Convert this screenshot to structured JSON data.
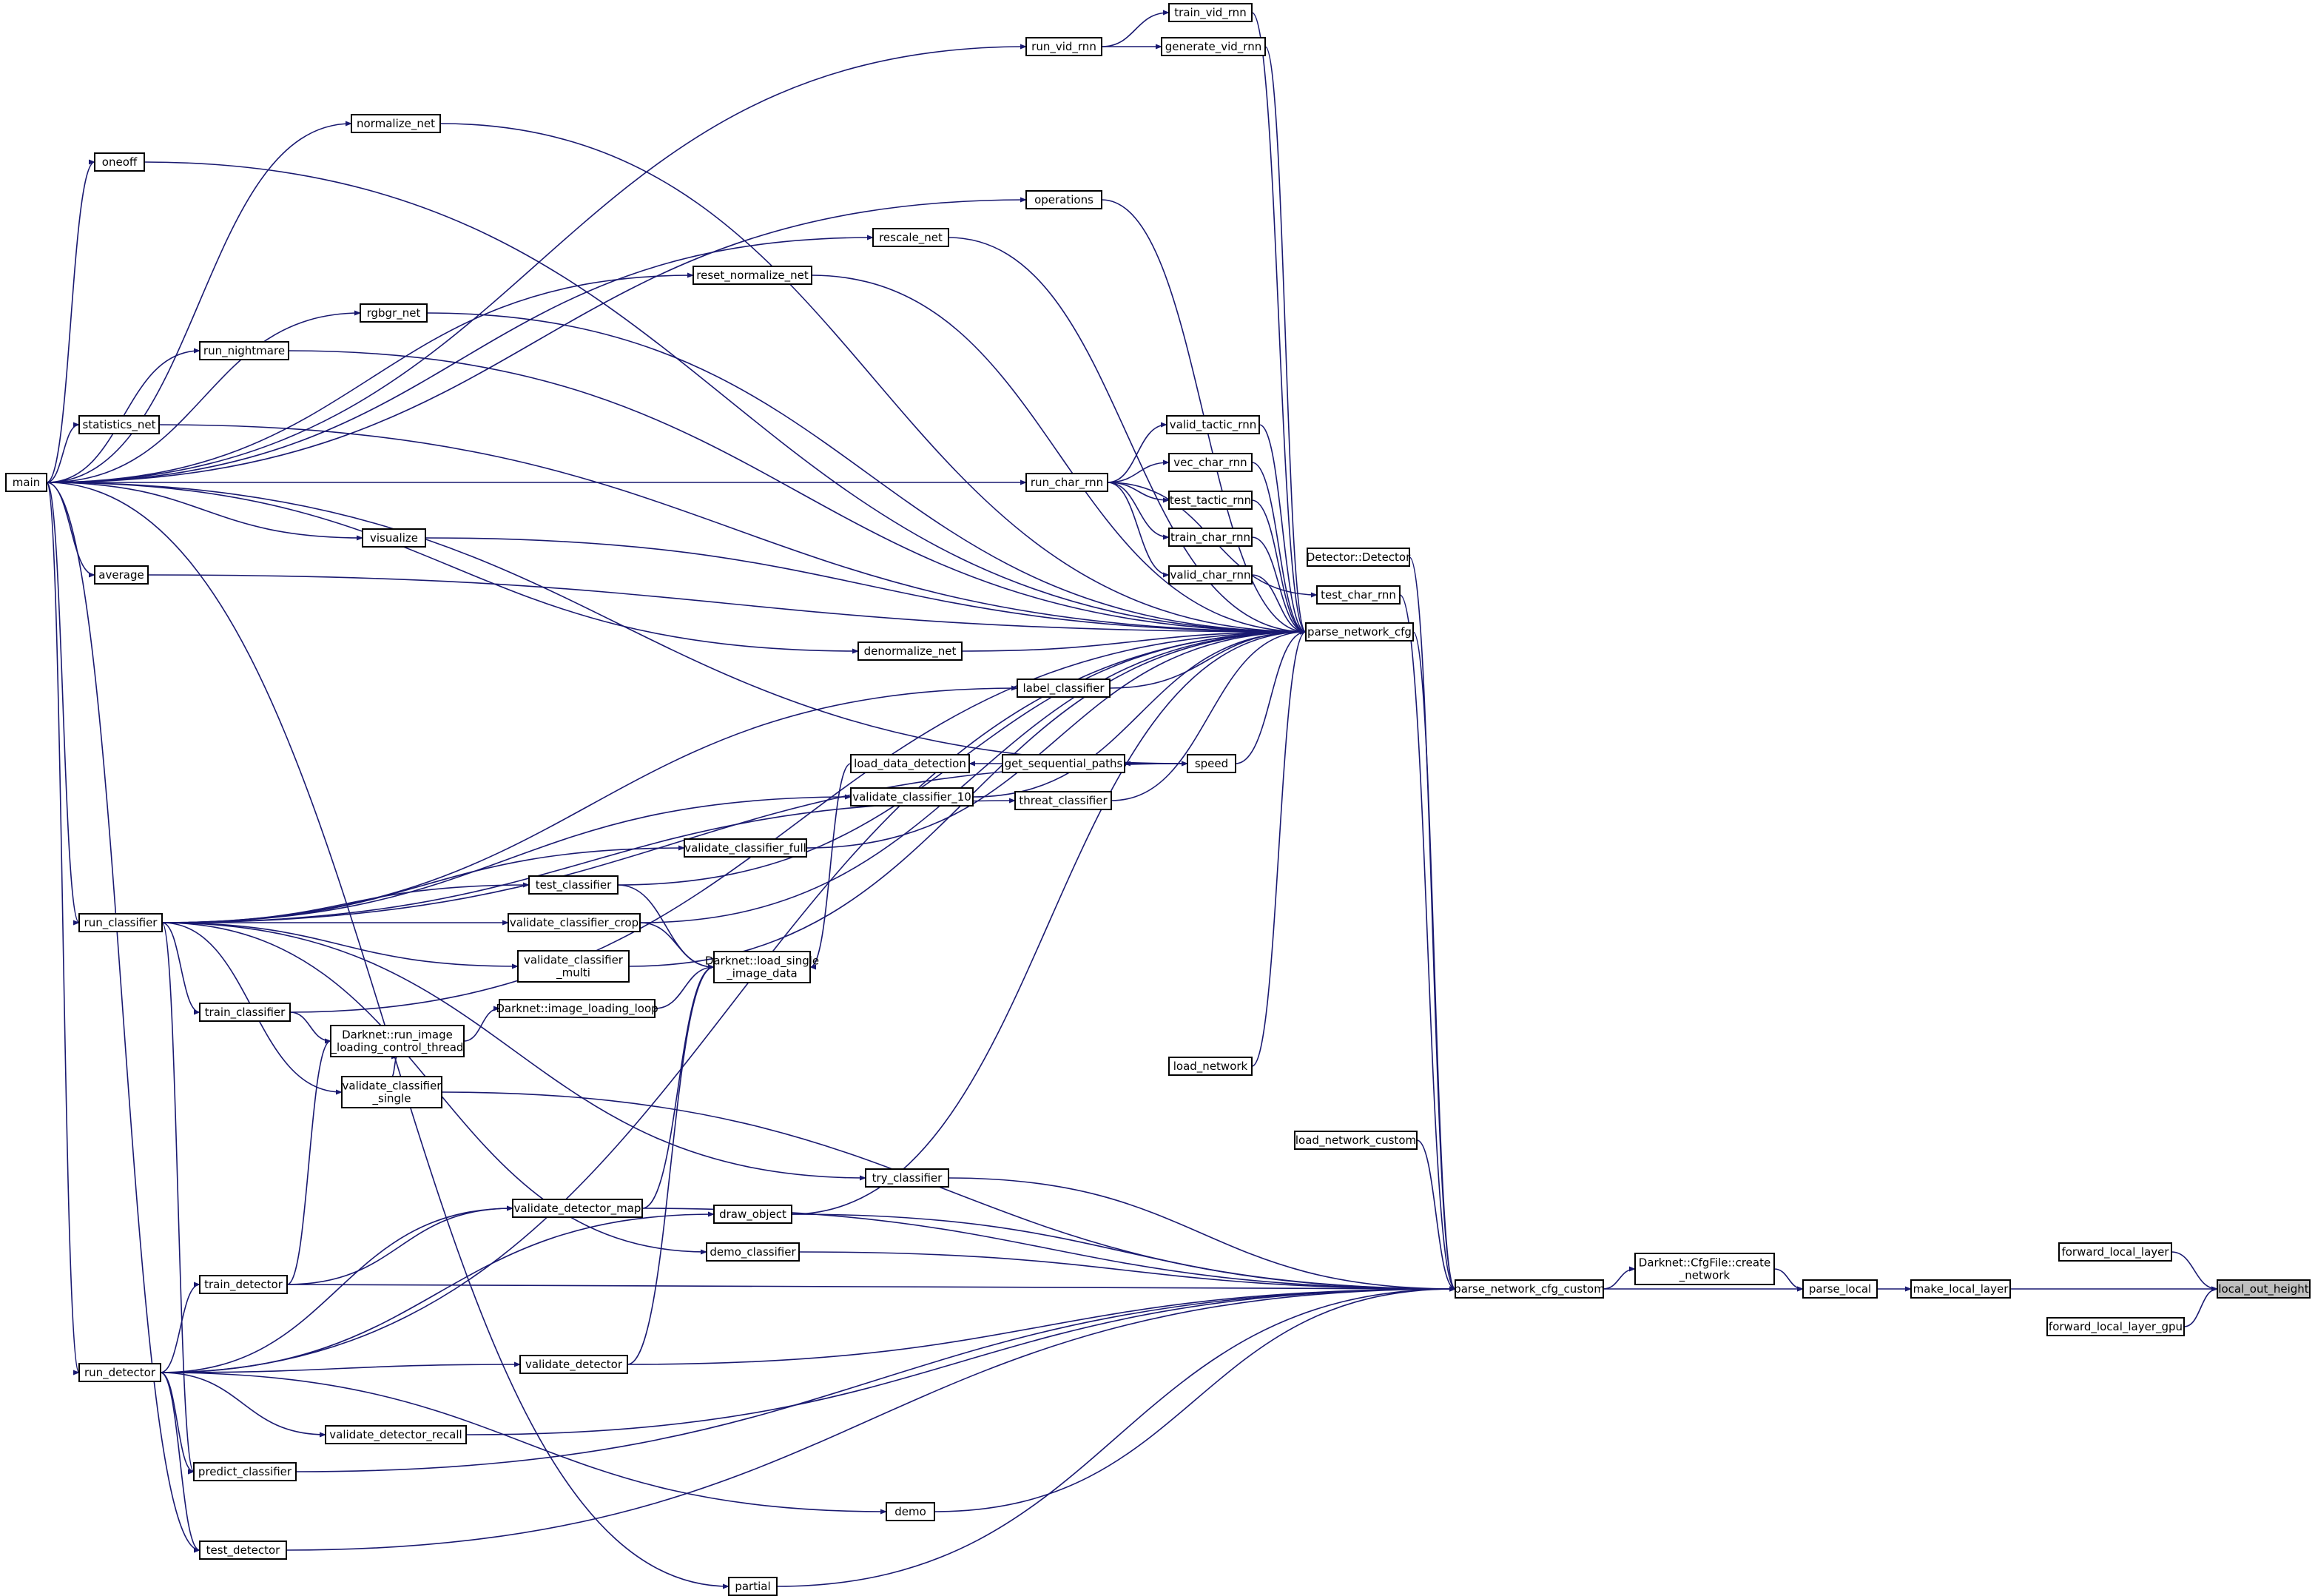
{
  "nodes": [
    {
      "id": "main",
      "lines": [
        "main"
      ]
    },
    {
      "id": "oneoff",
      "lines": [
        "oneoff"
      ]
    },
    {
      "id": "statistics_net",
      "lines": [
        "statistics_net"
      ]
    },
    {
      "id": "average",
      "lines": [
        "average"
      ]
    },
    {
      "id": "run_classifier",
      "lines": [
        "run_classifier"
      ]
    },
    {
      "id": "train_classifier",
      "lines": [
        "train_classifier"
      ]
    },
    {
      "id": "run_detector",
      "lines": [
        "run_detector"
      ]
    },
    {
      "id": "train_detector",
      "lines": [
        "train_detector"
      ]
    },
    {
      "id": "predict_classifier",
      "lines": [
        "predict_classifier"
      ]
    },
    {
      "id": "test_detector",
      "lines": [
        "test_detector"
      ]
    },
    {
      "id": "normalize_net",
      "lines": [
        "normalize_net"
      ]
    },
    {
      "id": "rgbgr_net",
      "lines": [
        "rgbgr_net"
      ]
    },
    {
      "id": "run_nightmare",
      "lines": [
        "run_nightmare"
      ]
    },
    {
      "id": "visualize",
      "lines": [
        "visualize"
      ]
    },
    {
      "id": "run_image_thread",
      "lines": [
        "Darknet::run_image",
        "_loading_control_thread"
      ]
    },
    {
      "id": "validate_classifier_single",
      "lines": [
        "validate_classifier",
        "_single"
      ]
    },
    {
      "id": "validate_classifier_multi",
      "lines": [
        "validate_classifier",
        "_multi"
      ]
    },
    {
      "id": "test_classifier",
      "lines": [
        "test_classifier"
      ]
    },
    {
      "id": "validate_classifier_crop",
      "lines": [
        "validate_classifier_crop"
      ]
    },
    {
      "id": "validate_detector_map",
      "lines": [
        "validate_detector_map"
      ]
    },
    {
      "id": "validate_detector",
      "lines": [
        "validate_detector"
      ]
    },
    {
      "id": "validate_detector_recall",
      "lines": [
        "validate_detector_recall"
      ]
    },
    {
      "id": "image_loading_loop",
      "lines": [
        "Darknet::image_loading_loop"
      ]
    },
    {
      "id": "validate_classifier_full",
      "lines": [
        "validate_classifier_full"
      ]
    },
    {
      "id": "reset_normalize_net",
      "lines": [
        "reset_normalize_net"
      ]
    },
    {
      "id": "draw_object",
      "lines": [
        "draw_object"
      ]
    },
    {
      "id": "demo_classifier",
      "lines": [
        "demo_classifier"
      ]
    },
    {
      "id": "partial",
      "lines": [
        "partial"
      ]
    },
    {
      "id": "load_single_image_data",
      "lines": [
        "Darknet::load_single",
        "_image_data"
      ]
    },
    {
      "id": "load_data_detection",
      "lines": [
        "load_data_detection"
      ]
    },
    {
      "id": "validate_classifier_10",
      "lines": [
        "validate_classifier_10"
      ]
    },
    {
      "id": "try_classifier",
      "lines": [
        "try_classifier"
      ]
    },
    {
      "id": "rescale_net",
      "lines": [
        "rescale_net"
      ]
    },
    {
      "id": "denormalize_net",
      "lines": [
        "denormalize_net"
      ]
    },
    {
      "id": "demo",
      "lines": [
        "demo"
      ]
    },
    {
      "id": "get_sequential_paths",
      "lines": [
        "get_sequential_paths"
      ]
    },
    {
      "id": "run_vid_rnn",
      "lines": [
        "run_vid_rnn"
      ]
    },
    {
      "id": "operations",
      "lines": [
        "operations"
      ]
    },
    {
      "id": "run_char_rnn",
      "lines": [
        "run_char_rnn"
      ]
    },
    {
      "id": "label_classifier",
      "lines": [
        "label_classifier"
      ]
    },
    {
      "id": "threat_classifier",
      "lines": [
        "threat_classifier"
      ]
    },
    {
      "id": "train_vid_rnn",
      "lines": [
        "train_vid_rnn"
      ]
    },
    {
      "id": "generate_vid_rnn",
      "lines": [
        "generate_vid_rnn"
      ]
    },
    {
      "id": "valid_tactic_rnn",
      "lines": [
        "valid_tactic_rnn"
      ]
    },
    {
      "id": "vec_char_rnn",
      "lines": [
        "vec_char_rnn"
      ]
    },
    {
      "id": "test_tactic_rnn",
      "lines": [
        "test_tactic_rnn"
      ]
    },
    {
      "id": "train_char_rnn",
      "lines": [
        "train_char_rnn"
      ]
    },
    {
      "id": "valid_char_rnn",
      "lines": [
        "valid_char_rnn"
      ]
    },
    {
      "id": "speed",
      "lines": [
        "speed"
      ]
    },
    {
      "id": "load_network",
      "lines": [
        "load_network"
      ]
    },
    {
      "id": "detector_ctor",
      "lines": [
        "Detector::Detector"
      ]
    },
    {
      "id": "test_char_rnn",
      "lines": [
        "test_char_rnn"
      ]
    },
    {
      "id": "parse_network_cfg",
      "lines": [
        "parse_network_cfg"
      ]
    },
    {
      "id": "load_network_custom",
      "lines": [
        "load_network_custom"
      ]
    },
    {
      "id": "parse_network_cfg_custom",
      "lines": [
        "parse_network_cfg_custom"
      ]
    },
    {
      "id": "cfgfile_create_network",
      "lines": [
        "Darknet::CfgFile::create",
        "_network"
      ]
    },
    {
      "id": "parse_local",
      "lines": [
        "parse_local"
      ]
    },
    {
      "id": "make_local_layer",
      "lines": [
        "make_local_layer"
      ]
    },
    {
      "id": "forward_local_layer",
      "lines": [
        "forward_local_layer"
      ]
    },
    {
      "id": "forward_local_layer_gpu",
      "lines": [
        "forward_local_layer_gpu"
      ]
    },
    {
      "id": "local_out_height",
      "lines": [
        "local_out_height"
      ]
    }
  ],
  "edges": [
    [
      "local_out_height",
      "forward_local_layer"
    ],
    [
      "local_out_height",
      "make_local_layer"
    ],
    [
      "local_out_height",
      "forward_local_layer_gpu"
    ],
    [
      "make_local_layer",
      "parse_local"
    ],
    [
      "parse_local",
      "cfgfile_create_network"
    ],
    [
      "parse_local",
      "parse_network_cfg_custom"
    ],
    [
      "cfgfile_create_network",
      "parse_network_cfg_custom"
    ],
    [
      "parse_network_cfg_custom",
      "load_network_custom"
    ],
    [
      "parse_network_cfg_custom",
      "parse_network_cfg"
    ],
    [
      "parse_network_cfg_custom",
      "detector_ctor"
    ],
    [
      "parse_network_cfg_custom",
      "test_char_rnn"
    ],
    [
      "parse_network_cfg_custom",
      "validate_classifier_single"
    ],
    [
      "parse_network_cfg_custom",
      "try_classifier"
    ],
    [
      "parse_network_cfg_custom",
      "draw_object"
    ],
    [
      "parse_network_cfg_custom",
      "demo_classifier"
    ],
    [
      "parse_network_cfg_custom",
      "train_detector"
    ],
    [
      "parse_network_cfg_custom",
      "validate_detector_map"
    ],
    [
      "parse_network_cfg_custom",
      "validate_detector"
    ],
    [
      "parse_network_cfg_custom",
      "validate_detector_recall"
    ],
    [
      "parse_network_cfg_custom",
      "predict_classifier"
    ],
    [
      "parse_network_cfg_custom",
      "demo"
    ],
    [
      "parse_network_cfg_custom",
      "test_detector"
    ],
    [
      "parse_network_cfg_custom",
      "partial"
    ],
    [
      "parse_network_cfg",
      "train_vid_rnn"
    ],
    [
      "parse_network_cfg",
      "generate_vid_rnn"
    ],
    [
      "parse_network_cfg",
      "normalize_net"
    ],
    [
      "parse_network_cfg",
      "oneoff"
    ],
    [
      "parse_network_cfg",
      "operations"
    ],
    [
      "parse_network_cfg",
      "rescale_net"
    ],
    [
      "parse_network_cfg",
      "reset_normalize_net"
    ],
    [
      "parse_network_cfg",
      "rgbgr_net"
    ],
    [
      "parse_network_cfg",
      "run_nightmare"
    ],
    [
      "parse_network_cfg",
      "statistics_net"
    ],
    [
      "parse_network_cfg",
      "valid_tactic_rnn"
    ],
    [
      "parse_network_cfg",
      "vec_char_rnn"
    ],
    [
      "parse_network_cfg",
      "test_tactic_rnn"
    ],
    [
      "parse_network_cfg",
      "train_char_rnn"
    ],
    [
      "parse_network_cfg",
      "valid_char_rnn"
    ],
    [
      "parse_network_cfg",
      "visualize"
    ],
    [
      "parse_network_cfg",
      "average"
    ],
    [
      "parse_network_cfg",
      "denormalize_net"
    ],
    [
      "parse_network_cfg",
      "label_classifier"
    ],
    [
      "parse_network_cfg",
      "speed"
    ],
    [
      "parse_network_cfg",
      "threat_classifier"
    ],
    [
      "parse_network_cfg",
      "validate_classifier_10"
    ],
    [
      "parse_network_cfg",
      "validate_classifier_full"
    ],
    [
      "parse_network_cfg",
      "test_classifier"
    ],
    [
      "parse_network_cfg",
      "validate_classifier_crop"
    ],
    [
      "parse_network_cfg",
      "validate_classifier_multi"
    ],
    [
      "parse_network_cfg",
      "train_classifier"
    ],
    [
      "parse_network_cfg",
      "load_network"
    ],
    [
      "parse_network_cfg",
      "run_detector"
    ],
    [
      "parse_network_cfg",
      "draw_object"
    ],
    [
      "train_vid_rnn",
      "run_vid_rnn"
    ],
    [
      "generate_vid_rnn",
      "run_vid_rnn"
    ],
    [
      "run_vid_rnn",
      "main"
    ],
    [
      "normalize_net",
      "main"
    ],
    [
      "oneoff",
      "main"
    ],
    [
      "operations",
      "main"
    ],
    [
      "rescale_net",
      "main"
    ],
    [
      "reset_normalize_net",
      "main"
    ],
    [
      "rgbgr_net",
      "main"
    ],
    [
      "run_nightmare",
      "main"
    ],
    [
      "statistics_net",
      "main"
    ],
    [
      "valid_tactic_rnn",
      "run_char_rnn"
    ],
    [
      "vec_char_rnn",
      "run_char_rnn"
    ],
    [
      "test_tactic_rnn",
      "run_char_rnn"
    ],
    [
      "train_char_rnn",
      "run_char_rnn"
    ],
    [
      "valid_char_rnn",
      "run_char_rnn"
    ],
    [
      "test_char_rnn",
      "run_char_rnn"
    ],
    [
      "run_char_rnn",
      "main"
    ],
    [
      "visualize",
      "main"
    ],
    [
      "average",
      "main"
    ],
    [
      "denormalize_net",
      "main"
    ],
    [
      "label_classifier",
      "run_classifier"
    ],
    [
      "speed",
      "main"
    ],
    [
      "speed",
      "run_classifier"
    ],
    [
      "get_sequential_paths",
      "speed"
    ],
    [
      "load_data_detection",
      "get_sequential_paths"
    ],
    [
      "load_single_image_data",
      "load_data_detection"
    ],
    [
      "threat_classifier",
      "run_classifier"
    ],
    [
      "validate_classifier_10",
      "run_classifier"
    ],
    [
      "validate_classifier_full",
      "run_classifier"
    ],
    [
      "test_classifier",
      "run_classifier"
    ],
    [
      "validate_classifier_crop",
      "run_classifier"
    ],
    [
      "validate_classifier_multi",
      "run_classifier"
    ],
    [
      "train_classifier",
      "run_classifier"
    ],
    [
      "validate_classifier_single",
      "run_classifier"
    ],
    [
      "try_classifier",
      "run_classifier"
    ],
    [
      "demo_classifier",
      "run_classifier"
    ],
    [
      "predict_classifier",
      "run_classifier"
    ],
    [
      "run_classifier",
      "main"
    ],
    [
      "run_detector",
      "main"
    ],
    [
      "test_detector",
      "main"
    ],
    [
      "partial",
      "main"
    ],
    [
      "demo",
      "run_detector"
    ],
    [
      "load_single_image_data",
      "test_classifier"
    ],
    [
      "load_single_image_data",
      "validate_classifier_crop"
    ],
    [
      "load_single_image_data",
      "image_loading_loop"
    ],
    [
      "load_single_image_data",
      "validate_detector_map"
    ],
    [
      "load_single_image_data",
      "validate_detector"
    ],
    [
      "image_loading_loop",
      "run_image_thread"
    ],
    [
      "run_image_thread",
      "train_classifier"
    ],
    [
      "run_image_thread",
      "validate_classifier_single"
    ],
    [
      "run_image_thread",
      "train_detector"
    ],
    [
      "validate_detector_map",
      "train_detector"
    ],
    [
      "validate_detector_map",
      "run_detector"
    ],
    [
      "train_detector",
      "run_detector"
    ],
    [
      "validate_detector",
      "run_detector"
    ],
    [
      "validate_detector_recall",
      "run_detector"
    ],
    [
      "test_detector",
      "run_detector"
    ],
    [
      "predict_classifier",
      "run_detector"
    ],
    [
      "draw_object",
      "run_detector"
    ]
  ]
}
